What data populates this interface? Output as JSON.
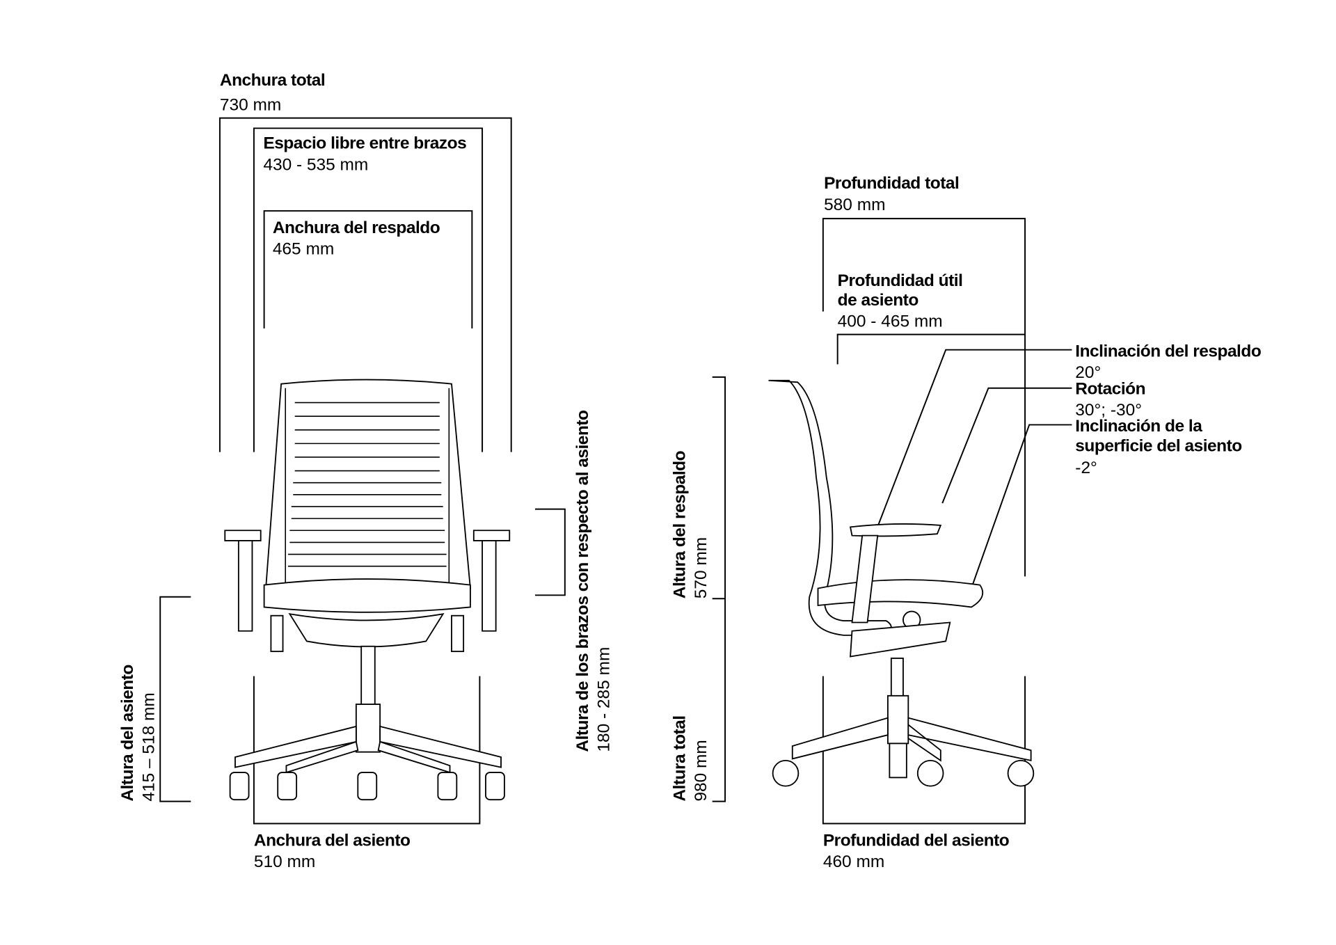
{
  "front": {
    "total_width": {
      "label": "Anchura total",
      "value": "730 mm"
    },
    "arm_clearance": {
      "label": "Espacio libre entre brazos",
      "value": "430 - 535 mm"
    },
    "back_width": {
      "label": "Anchura del respaldo",
      "value": "465 mm"
    },
    "arm_height": {
      "label": "Altura de los brazos con respecto al asiento",
      "value": "180 - 285 mm"
    },
    "seat_height": {
      "label": "Altura del asiento",
      "value": "415 – 518 mm"
    },
    "seat_width": {
      "label": "Anchura del asiento",
      "value": "510 mm"
    }
  },
  "side": {
    "total_depth": {
      "label": "Profundidad total",
      "value": "580 mm"
    },
    "usable_depth": {
      "label1": "Profundidad útil",
      "label2": "de asiento",
      "value": "400 - 465 mm"
    },
    "back_tilt": {
      "label": "Inclinación del respaldo",
      "value": "20°"
    },
    "rotation": {
      "label": "Rotación",
      "value": "30°; -30°"
    },
    "seat_tilt": {
      "label1": "Inclinación de la",
      "label2": "superficie del asiento",
      "value": "-2°"
    },
    "back_height": {
      "label": "Altura del respaldo",
      "value": "570 mm"
    },
    "total_height": {
      "label": "Altura total",
      "value": "980 mm"
    },
    "seat_depth": {
      "label": "Profundidad del asiento",
      "value": "460 mm"
    }
  }
}
